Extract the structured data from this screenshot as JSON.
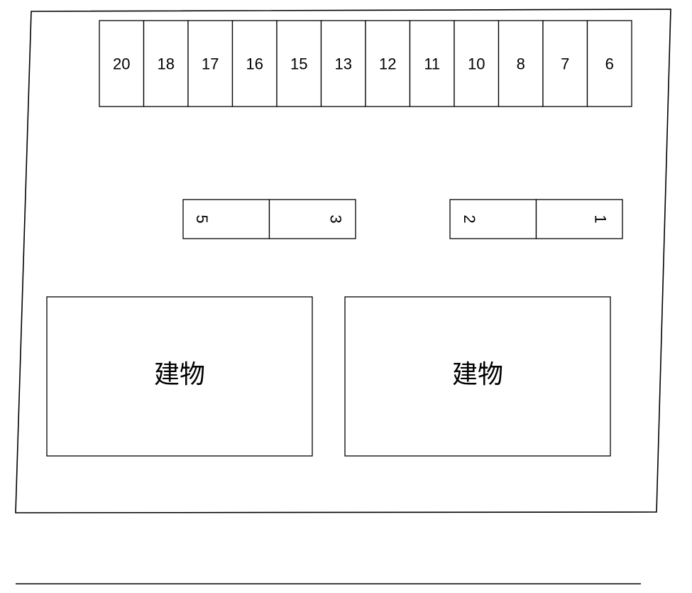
{
  "lot": {
    "top_row_spaces": [
      "20",
      "18",
      "17",
      "16",
      "15",
      "13",
      "12",
      "11",
      "10",
      "8",
      "7",
      "6"
    ],
    "middle_left_spaces": [
      "5",
      "3"
    ],
    "middle_right_spaces": [
      "2",
      "1"
    ]
  },
  "buildings": [
    {
      "label": "建物"
    },
    {
      "label": "建物"
    }
  ]
}
